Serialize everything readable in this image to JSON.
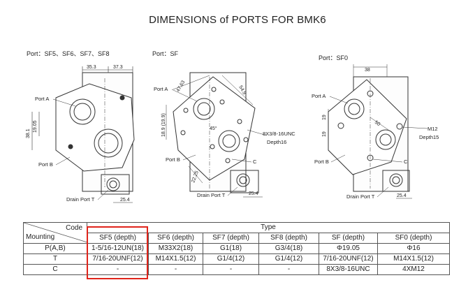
{
  "title": "DIMENSIONS of PORTS FOR BMK6",
  "diagrams": {
    "left": {
      "caption": "Port：SF5、SF6、SF7、SF8",
      "dims": [
        "35.3",
        "37.3",
        "19.05",
        "38.1",
        "25.4"
      ],
      "labels": [
        "Port A",
        "Port B",
        "Drain Port T"
      ]
    },
    "middle": {
      "caption": "Port：SF",
      "dims": [
        "47.63",
        "54.9",
        "18.9 (19.9)",
        "45°",
        "22.25",
        "25.4"
      ],
      "labels": [
        "Port A",
        "Port B",
        "Drain Port T",
        "C"
      ],
      "thread_note": "8X3/8-16UNC",
      "depth_note": "Depth16"
    },
    "right": {
      "caption": "Port：SF0",
      "dims": [
        "38",
        "50",
        "19",
        "19",
        "25.4"
      ],
      "labels": [
        "Port A",
        "Port B",
        "Drain Port T",
        "C"
      ],
      "thread_note": "M12",
      "depth_note": "Depth15"
    }
  },
  "table": {
    "code_label": "Code",
    "mounting_label": "Mounting",
    "type_label": "Type",
    "columns": [
      "SF5 (depth)",
      "SF6 (depth)",
      "SF7 (depth)",
      "SF8 (depth)",
      "SF (depth)",
      "SF0 (depth)"
    ],
    "rows": [
      {
        "label": "P(A,B)",
        "cells": [
          "1-5/16-12UN(18)",
          "M33X2(18)",
          "G1(18)",
          "G3/4(18)",
          "Φ19.05",
          "Φ16"
        ]
      },
      {
        "label": "T",
        "cells": [
          "7/16-20UNF(12)",
          "M14X1.5(12)",
          "G1/4(12)",
          "G1/4(12)",
          "7/16-20UNF(12)",
          "M14X1.5(12)"
        ]
      },
      {
        "label": "C",
        "cells": [
          "-",
          "-",
          "-",
          "-",
          "8X3/8-16UNC",
          "4XM12"
        ]
      }
    ]
  },
  "highlight_color": "#e0241b"
}
